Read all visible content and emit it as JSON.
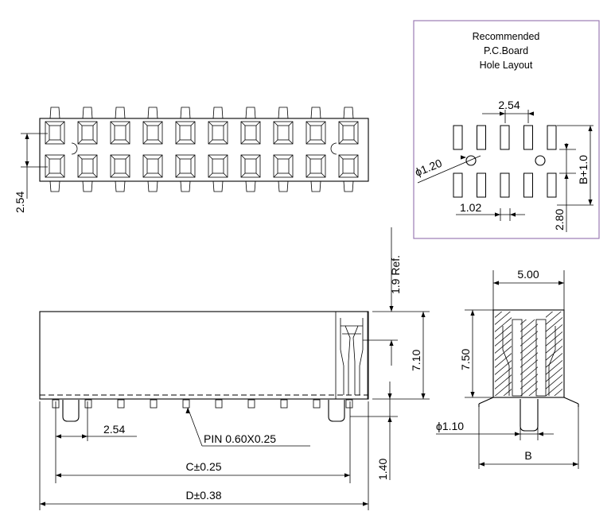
{
  "layout_box": {
    "title_lines": [
      "Recommended",
      "P.C.Board",
      "Hole Layout"
    ],
    "dim_pitch": "2.54",
    "dim_hole_dia": "ϕ1.20",
    "dim_pad_width": "1.02",
    "dim_row_span": "B+1.0",
    "dim_row_pitch": "2.80"
  },
  "top_view": {
    "dim_row_pitch": "2.54",
    "columns": 10,
    "rows": 2
  },
  "front_view": {
    "dim_ref": "1.9 Ref.",
    "dim_height": "7.10",
    "dim_pin_length": "1.40",
    "dim_pitch": "2.54",
    "pin_label": "PIN  0.60X0.25",
    "dim_c": "C±0.25",
    "dim_d": "D±0.38"
  },
  "side_view": {
    "dim_width": "5.00",
    "dim_height": "7.50",
    "dim_post_dia": "ϕ1.10",
    "dim_b": "B"
  }
}
